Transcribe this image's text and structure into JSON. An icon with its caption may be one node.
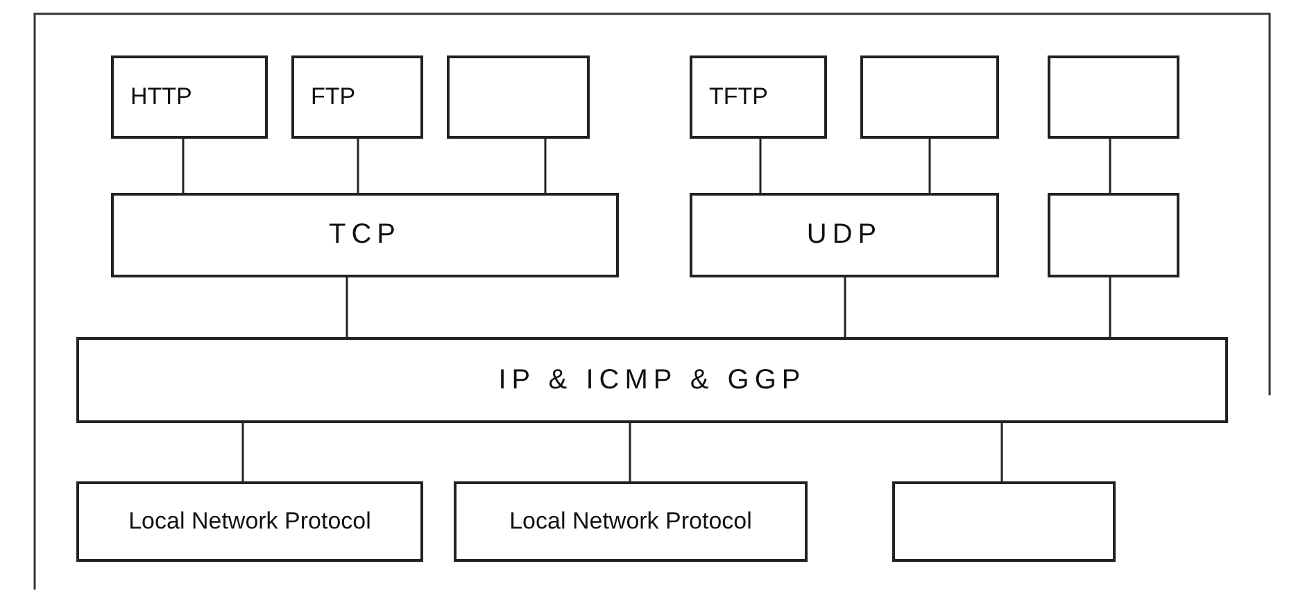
{
  "diagram": {
    "nodes": [
      {
        "text": [
          "HTTP"
        ]
      },
      {
        "text": [
          "FTP"
        ]
      },
      {
        "text": [],
        "shape": "box"
      },
      {
        "text": [
          "TFTP"
        ]
      },
      {
        "text": [],
        "shape": "box"
      },
      {
        "text": [],
        "shape": "box"
      },
      {
        "text": [
          "TCP"
        ]
      },
      {
        "text": [
          "UDP"
        ]
      },
      {
        "text": [],
        "shape": "box"
      },
      {
        "text": [
          "IP & ICMP & GGP"
        ]
      },
      {
        "text": [
          "Local Network Protocol"
        ]
      },
      {
        "text": [
          "Local Network Protocol"
        ]
      },
      {
        "text": [],
        "shape": "box"
      }
    ],
    "edges": [
      {
        "from": 0,
        "to": 6,
        "arrow": "none"
      },
      {
        "from": 1,
        "to": 6,
        "arrow": "none"
      },
      {
        "from": 2,
        "to": 6,
        "arrow": "none"
      },
      {
        "from": 3,
        "to": 7,
        "arrow": "none"
      },
      {
        "from": 4,
        "to": 7,
        "arrow": "none"
      },
      {
        "from": 5,
        "to": 8,
        "arrow": "none"
      },
      {
        "from": 6,
        "to": 9,
        "arrow": "none"
      },
      {
        "from": 7,
        "to": 9,
        "arrow": "none"
      },
      {
        "from": 8,
        "to": 9,
        "arrow": "none"
      },
      {
        "from": 9,
        "to": 10,
        "arrow": "none"
      },
      {
        "from": 9,
        "to": 11,
        "arrow": "none"
      },
      {
        "from": 9,
        "to": 12,
        "arrow": "none"
      }
    ]
  }
}
